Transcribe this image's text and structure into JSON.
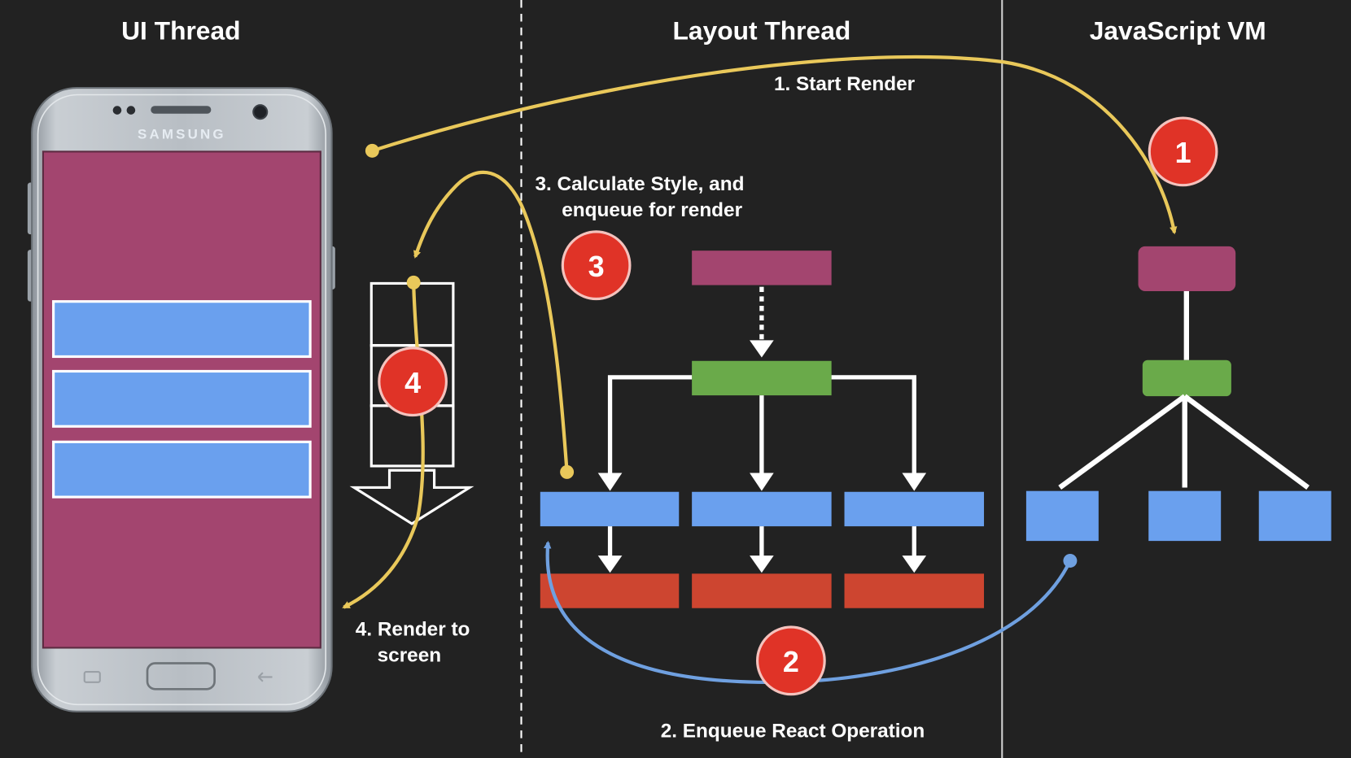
{
  "columns": {
    "ui_thread": "UI Thread",
    "layout_thread": "Layout Thread",
    "js_vm": "JavaScript VM"
  },
  "phone": {
    "brand": "SAMSUNG"
  },
  "steps": {
    "start_render": "1. Start Render",
    "enqueue_op": "2. Enqueue React Operation",
    "calc_style_line1": "3. Calculate Style, and",
    "calc_style_line2": "enqueue for render",
    "render_line1": "4. Render to",
    "render_line2": "screen"
  },
  "badges": {
    "b1": "1",
    "b2": "2",
    "b3": "3",
    "b4": "4"
  },
  "colors": {
    "background": "#222222",
    "phone_screen": "#a3456f",
    "node_root": "#a3456f",
    "node_mid": "#6aaa4a",
    "node_leaf": "#6aa0ee",
    "node_render": "#cd4530",
    "arrow_yellow": "#e9c85a",
    "arrow_blue": "#6fa0e0",
    "badge": "#e03327"
  }
}
